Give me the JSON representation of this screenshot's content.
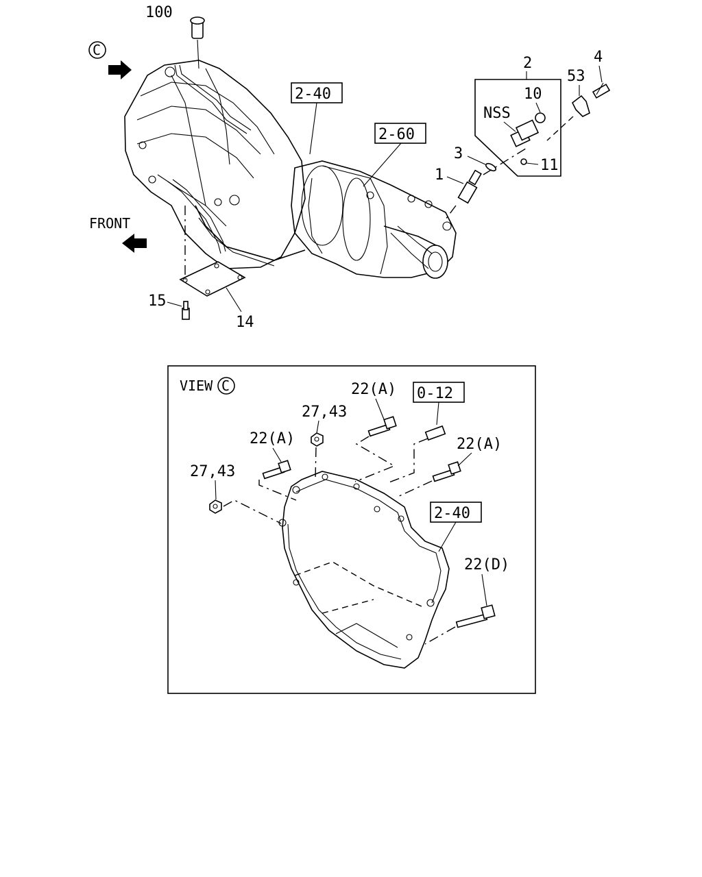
{
  "labels": {
    "p100": "100",
    "view_c_mark": "C",
    "p2": "2",
    "p4": "4",
    "p53": "53",
    "p10": "10",
    "nss": "NSS",
    "p3": "3",
    "p11": "11",
    "p1": "1",
    "front": "FRONT",
    "p15": "15",
    "p14": "14",
    "ref_2_40_top": "2-40",
    "ref_2_60": "2-60",
    "view_title": "VIEW",
    "view_mark": "C",
    "p22a_1": "22(A)",
    "p22a_2": "22(A)",
    "p22a_3": "22(A)",
    "p27_1": "27,43",
    "p27_2": "27,43",
    "ref_0_12": "0-12",
    "ref_2_40_view": "2-40",
    "p22d": "22(D)"
  }
}
